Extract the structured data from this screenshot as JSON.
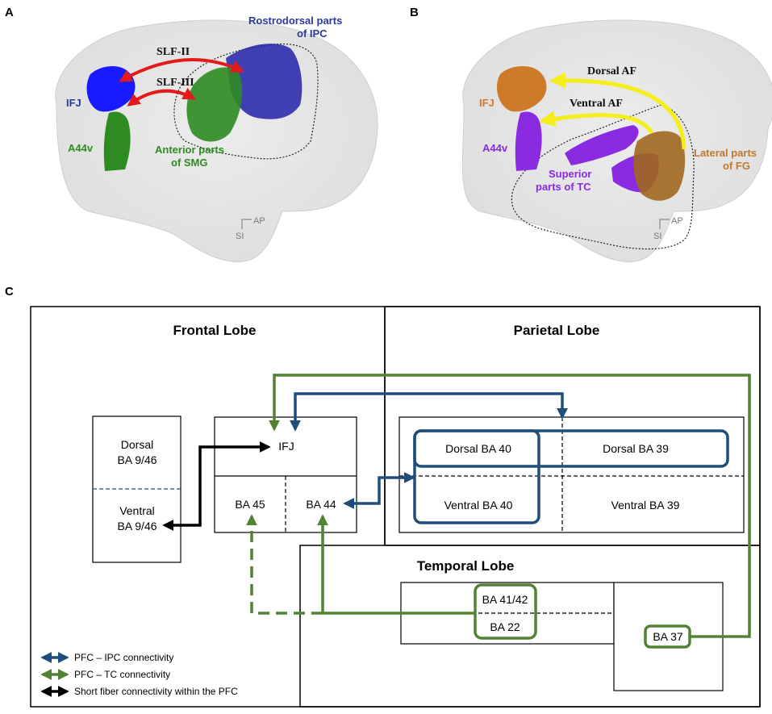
{
  "panels": {
    "a": {
      "letter": "A",
      "labels": {
        "slf2": "SLF-II",
        "slf3": "SLF-III",
        "ipc1": "Rostrodorsal parts",
        "ipc2": "of IPC",
        "ifj": "IFJ",
        "a44v": "A44v",
        "smg1": "Anterior parts",
        "smg2": "of SMG"
      },
      "axes": {
        "ap": "AP",
        "si": "SI"
      }
    },
    "b": {
      "letter": "B",
      "labels": {
        "dorsal_af": "Dorsal AF",
        "ventral_af": "Ventral AF",
        "ifj": "IFJ",
        "a44v": "A44v",
        "tc1": "Superior",
        "tc2": "parts of TC",
        "fg1": "Lateral parts",
        "fg2": "of FG"
      },
      "axes": {
        "ap": "AP",
        "si": "SI"
      }
    },
    "c": {
      "letter": "C",
      "lobes": {
        "frontal": "Frontal Lobe",
        "parietal": "Parietal Lobe",
        "temporal": "Temporal Lobe"
      },
      "regions": {
        "dorsal_946_1": "Dorsal",
        "dorsal_946_2": "BA 9/46",
        "ventral_946_1": "Ventral",
        "ventral_946_2": "BA 9/46",
        "ifj": "IFJ",
        "ba45": "BA 45",
        "ba44": "BA 44",
        "dorsal40": "Dorsal BA 40",
        "dorsal39": "Dorsal BA 39",
        "ventral40": "Ventral BA 40",
        "ventral39": "Ventral BA 39",
        "ba4142": "BA 41/42",
        "ba22": "BA 22",
        "ba37": "BA 37"
      },
      "legend": [
        {
          "label": "PFC – IPC connectivity",
          "color": "#1f4e79"
        },
        {
          "label": "PFC – TC connectivity",
          "color": "#548235"
        },
        {
          "label": "Short fiber connectivity within the PFC",
          "color": "#000000"
        }
      ]
    }
  },
  "colors": {
    "ipc_blue": "#1f4e79",
    "tc_green": "#548235",
    "ifj_blue": "#1a1aff",
    "a44v_green": "#2e8b22",
    "ifj_orange": "#cd7a2a",
    "tc_purple": "#8a2be2",
    "fg_orange": "#c0782a",
    "red_arrow": "#e31a1a",
    "yellow_arrow": "#f5ee1a"
  }
}
